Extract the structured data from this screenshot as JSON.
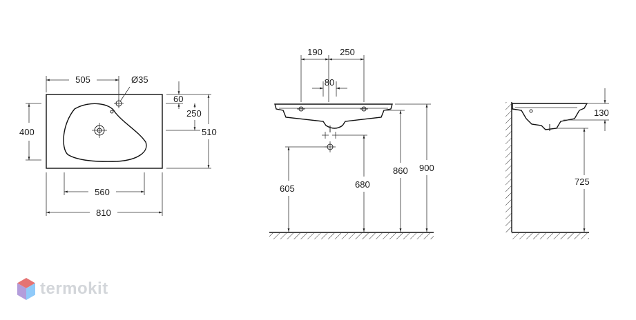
{
  "top_view": {
    "dims": {
      "tap_offset": "505",
      "tap_hole": "Ø35",
      "tap_depth": "60",
      "tap_to_drain": "250",
      "bowl_depth": "400",
      "total_depth": "510",
      "bowl_width": "560",
      "total_width": "810"
    }
  },
  "front_view": {
    "dims": {
      "left_offset": "190",
      "right_offset": "250",
      "center_gap": "80",
      "waste_height": "605",
      "waste_height_2": "680",
      "basin_height": "860",
      "total_height": "900"
    }
  },
  "side_view": {
    "dims": {
      "rim_height": "130",
      "bottom_height": "725"
    }
  },
  "watermark": {
    "text": "termokit",
    "colors": [
      "#e57373",
      "#90caf9",
      "#c5cae9"
    ]
  }
}
